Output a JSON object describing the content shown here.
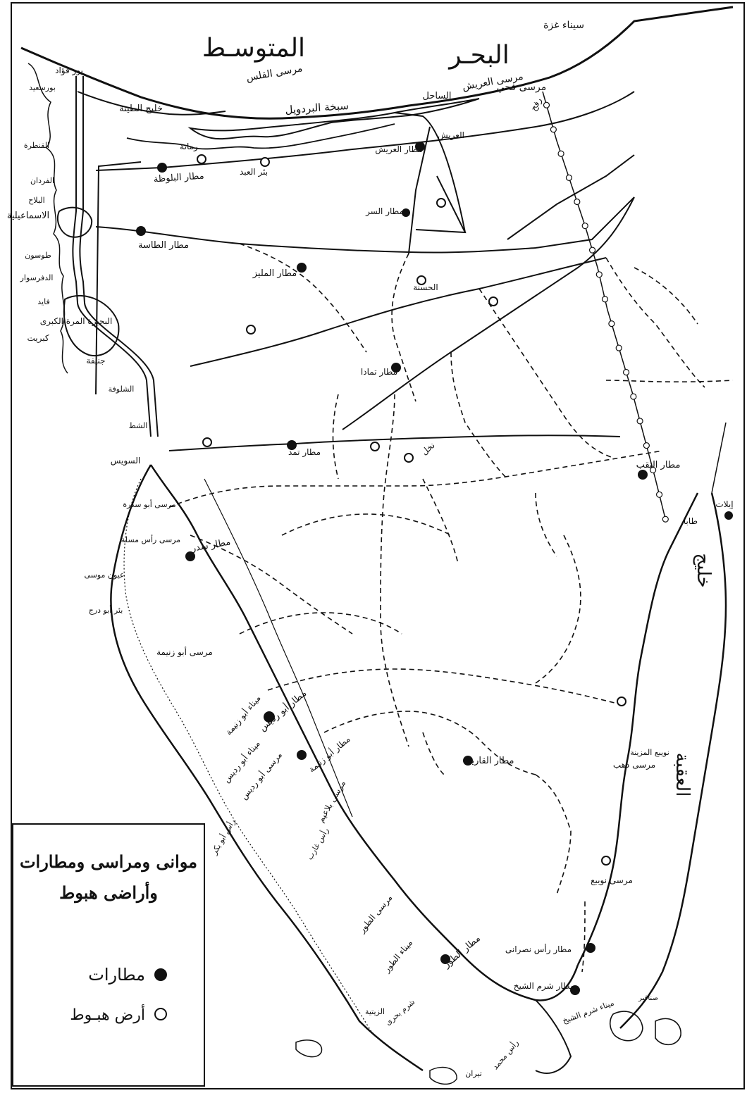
{
  "map": {
    "seas": [
      {
        "id": "med-sea-left",
        "text": "المتوسـط"
      },
      {
        "id": "med-sea-right",
        "text": "البحـر"
      }
    ],
    "legend": {
      "title_line1": "موانى ومراسى ومطارات",
      "title_line2": "وأراضى هبوط",
      "airports_label": "مطارات",
      "landing_label": "أرض هبـوط"
    },
    "labels": [
      {
        "id": "sinai-ghaza",
        "text": "سيناء غزة"
      },
      {
        "id": "marsa-fahmi",
        "text": "مرسى فحي"
      },
      {
        "id": "marsa-arish",
        "text": "مرسى العريش"
      },
      {
        "id": "sahil",
        "text": "الساحل"
      },
      {
        "id": "rafah",
        "text": "رفح"
      },
      {
        "id": "marsa-qals",
        "text": "مرسى القلس"
      },
      {
        "id": "port-fouad",
        "text": "بور فؤاد"
      },
      {
        "id": "port-said",
        "text": "بورسعيد"
      },
      {
        "id": "tina-bay",
        "text": "خليج الطينة"
      },
      {
        "id": "bardawil",
        "text": "سبخة البردويل"
      },
      {
        "id": "arish-town",
        "text": "العريش"
      },
      {
        "id": "arish-airport",
        "text": "مطار العريش"
      },
      {
        "id": "rumana",
        "text": "رمانة"
      },
      {
        "id": "bir-al-abd",
        "text": "بئر العبد"
      },
      {
        "id": "bilawza-airport",
        "text": "مطار البلوظة"
      },
      {
        "id": "sirr-airport",
        "text": "مطار السر"
      },
      {
        "id": "tasa-airport",
        "text": "مطار الطاسة"
      },
      {
        "id": "maliz-airport",
        "text": "مطار المليز"
      },
      {
        "id": "hasna",
        "text": "الحسنة"
      },
      {
        "id": "tmada-airport",
        "text": "مطار تمادا"
      },
      {
        "id": "nakhl",
        "text": "نخل"
      },
      {
        "id": "thamad-airport",
        "text": "مطار تمد"
      },
      {
        "id": "naqb-airport",
        "text": "مطار النقب"
      },
      {
        "id": "eilat",
        "text": "إيلات"
      },
      {
        "id": "taba",
        "text": "طابا"
      },
      {
        "id": "sudr-airport",
        "text": "مطار سدر"
      },
      {
        "id": "abu-rudeis-airport",
        "text": "مطار أبو رديس"
      },
      {
        "id": "abu-zenima-airport",
        "text": "مطار أبو زنيمة"
      },
      {
        "id": "qarayah-airport",
        "text": "مطار القارية"
      },
      {
        "id": "tor-airport",
        "text": "مطار الطور"
      },
      {
        "id": "ras-nasrani-airport",
        "text": "مطار رأس نصرانى"
      },
      {
        "id": "sharm-airport",
        "text": "مطار شرم الشيخ"
      },
      {
        "id": "ismailia",
        "text": "الاسماعيلية"
      },
      {
        "id": "ballah",
        "text": "البلاح"
      },
      {
        "id": "qantara",
        "text": "القنطرة"
      },
      {
        "id": "firdan",
        "text": "الفردان"
      },
      {
        "id": "tusun",
        "text": "طوسون"
      },
      {
        "id": "deversoir",
        "text": "الدفرسوار"
      },
      {
        "id": "great-bitter",
        "text": "البحيرة المرة الكبرى"
      },
      {
        "id": "fayed",
        "text": "فايد"
      },
      {
        "id": "kabrit",
        "text": "كبريت"
      },
      {
        "id": "geneifa",
        "text": "جنيفة"
      },
      {
        "id": "shallufa",
        "text": "الشلوفة"
      },
      {
        "id": "shatt",
        "text": "الشط"
      },
      {
        "id": "suez",
        "text": "السويس"
      },
      {
        "id": "marsa-sudr",
        "text": "مرسى أبو سدرة"
      },
      {
        "id": "marsa-ras-misalla",
        "text": "مرسى رأس مسلة"
      },
      {
        "id": "ayun-musa",
        "text": "عيون موسى"
      },
      {
        "id": "bir-abu-daraj",
        "text": "بئر أبو درج"
      },
      {
        "id": "marsa-abu-zenima",
        "text": "مرسى أبو زنيمة"
      },
      {
        "id": "port-abu-zenima",
        "text": "ميناء أبو زنيمة"
      },
      {
        "id": "port-abu-rudeis",
        "text": "ميناء أبو رديس"
      },
      {
        "id": "marsa-abu-rudeis",
        "text": "مرسى أبو رديس"
      },
      {
        "id": "marsa-belayim",
        "text": "مرسى بلاعيم"
      },
      {
        "id": "ras-gharib",
        "text": "رأس غارب"
      },
      {
        "id": "ras-abu-bakr",
        "text": "رأس أبو بكر"
      },
      {
        "id": "marsa-tor",
        "text": "مرسى الطور"
      },
      {
        "id": "port-tor",
        "text": "ميناء الطور"
      },
      {
        "id": "zeitiya",
        "text": "الزيتية"
      },
      {
        "id": "sharm-bahri",
        "text": "شرم بحرى"
      },
      {
        "id": "ras-muhammad",
        "text": "رأس محمد"
      },
      {
        "id": "tiran",
        "text": "تيران"
      },
      {
        "id": "sanafir",
        "text": "صنافير"
      },
      {
        "id": "marsa-dahab",
        "text": "مرسى دهب"
      },
      {
        "id": "marsa-nuweiba",
        "text": "مرسى نويبع"
      },
      {
        "id": "nuweiba",
        "text": "نويبع المزينة"
      },
      {
        "id": "sharm-sheikh-port",
        "text": "ميناء شرم الشيخ"
      },
      {
        "id": "aqaba-gulf-1",
        "text": "خليج"
      },
      {
        "id": "aqaba-gulf-2",
        "text": "العقبة"
      }
    ]
  }
}
